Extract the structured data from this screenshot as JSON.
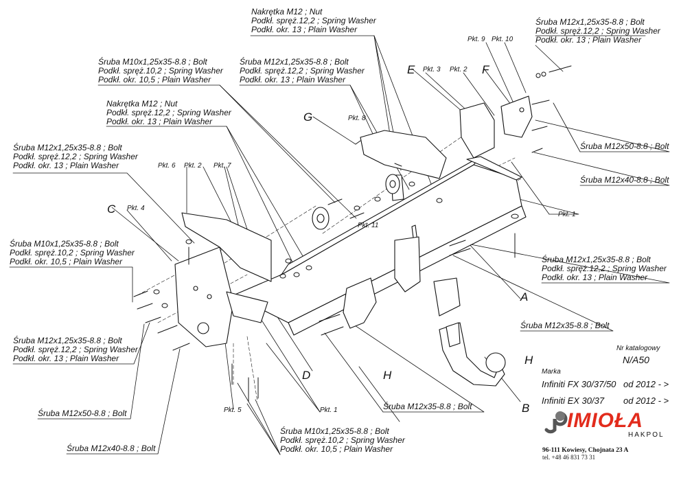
{
  "callouts": {
    "nut_top": [
      "Nakrętka  M12 ; Nut",
      "Podkł. spręż.12,2 ; Spring Washer",
      "Podkł. okr. 13 ; Plain Washer"
    ],
    "bolt_top_right": [
      "Śruba M12x1,25x35-8.8 ;  Bolt",
      "Podkł. spręż.12,2 ; Spring Washer",
      "Podkł. okr. 13 ; Plain Washer"
    ],
    "bolt_m10_top": [
      "Śruba M10x1,25x35-8.8 ;  Bolt",
      "Podkł. spręż.10,2 ; Spring Washer",
      "Podkł. okr. 10,5 ; Plain Washer"
    ],
    "bolt_m12_center": [
      "Śruba M12x1,25x35-8.8 ;  Bolt",
      "Podkł. spręż.12,2 ; Spring Washer",
      "Podkł. okr. 13 ; Plain Washer"
    ],
    "nut_left": [
      "Nakrętka  M12 ; Nut",
      "Podkł. spręż.12,2 ; Spring Washer",
      "Podkł. okr. 13 ; Plain Washer"
    ],
    "bolt_m12_left_top": [
      "Śruba M12x1,25x35-8.8 ;  Bolt",
      "Podkł. spręż.12,2 ; Spring Washer",
      "Podkł. okr. 13 ; Plain Washer"
    ],
    "bolt_m10_left": [
      "Śruba M10x1,25x35-8.8 ;  Bolt",
      "Podkł. spręż.10,2 ; Spring Washer",
      "Podkł. okr. 10,5 ; Plain Washer"
    ],
    "bolt_m12_left_bottom": [
      "Śruba M12x1,25x35-8.8 ;  Bolt",
      "Podkł. spręż.12,2 ; Spring Washer",
      "Podkł. okr. 13 ; Plain Washer"
    ],
    "bolt_m12_right_a": [
      "Śruba M12x1,25x35-8.8 ;  Bolt",
      "Podkł. spręż.12,2 ; Spring Washer",
      "Podkł. okr. 13 ; Plain Washer"
    ],
    "bolt_m10_bottom": [
      "Śruba M10x1,25x35-8.8 ;  Bolt",
      "Podkł. spręż.10,2 ; Spring Washer",
      "Podkł. okr. 10,5 ; Plain Washer"
    ],
    "bolt_m12x50_right": "Śruba M12x50-8.8 ;  Bolt",
    "bolt_m12x40_right": "Śruba M12x40-8.8 ;  Bolt",
    "bolt_m12x35_right": "Śruba M12x35-8.8 ;  Bolt",
    "bolt_m12x35_bottom": "Śruba M12x35-8.8 ;  Bolt",
    "bolt_m12x50_left": "Śruba M12x50-8.8 ;  Bolt",
    "bolt_m12x40_left": "Śruba M12x40-8.8 ;  Bolt"
  },
  "points": {
    "pkt9": "Pkt. 9",
    "pkt10": "Pkt. 10",
    "pkt3": "Pkt. 3",
    "pkt2_top": "Pkt. 2",
    "pkt8": "Pkt. 8",
    "pkt6": "Pkt. 6",
    "pkt2_left": "Pkt. 2",
    "pkt7": "Pkt. 7",
    "pkt4": "Pkt. 4",
    "pkt11": "Pkt. 11",
    "pkt1_right": "Pkt. 1",
    "pkt5": "Pkt. 5",
    "pkt1_bottom": "Pkt. 1"
  },
  "letters": {
    "E": "E",
    "F": "F",
    "G": "G",
    "C": "C",
    "A": "A",
    "H_right": "H",
    "D": "D",
    "H_bottom": "H",
    "B": "B"
  },
  "info": {
    "catalog_label": "Nr katalogowy",
    "catalog_number": "N/A50",
    "make_label": "Marka",
    "models": [
      {
        "name": "Infiniti FX 30/37/50",
        "years": "od  2012 - >"
      },
      {
        "name": "Infiniti EX 30/37",
        "years": "od  2012 - >"
      }
    ]
  },
  "company": {
    "brand": "IMIOŁA",
    "sub": "HAKPOL",
    "address": "96-111 Kowiesy, Chojnata 23 A",
    "phone": "tel. +48 46 831 73 31",
    "brand_color": "#e22b1c"
  }
}
